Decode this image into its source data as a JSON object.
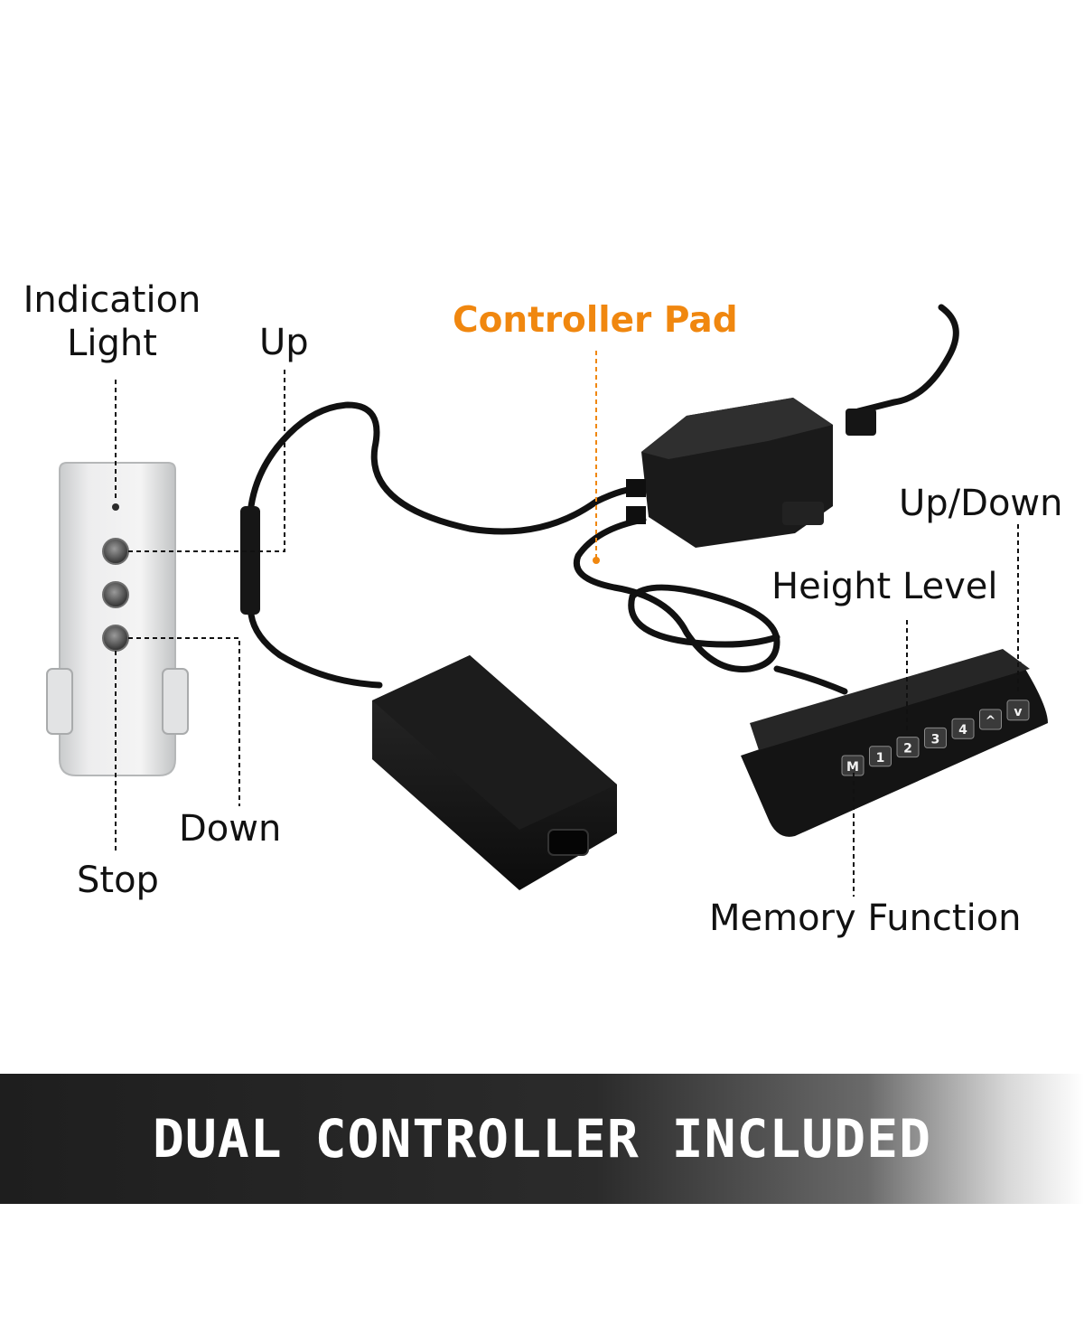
{
  "labels": {
    "indication_light": "Indication\nLight",
    "indication_light_line1": "Indication",
    "indication_light_line2": "Light",
    "up": "Up",
    "down": "Down",
    "stop": "Stop",
    "controller_pad": "Controller Pad",
    "up_down": "Up/Down",
    "height_level": "Height Level",
    "memory_function": "Memory Function"
  },
  "keypad_keys": [
    "M",
    "1",
    "2",
    "3",
    "4",
    "^",
    "v"
  ],
  "banner": {
    "text": "DUAL CONTROLLER INCLUDED"
  },
  "colors": {
    "accent": "#f0870f",
    "text": "#111111",
    "banner_dark": "#1e1e1e"
  }
}
